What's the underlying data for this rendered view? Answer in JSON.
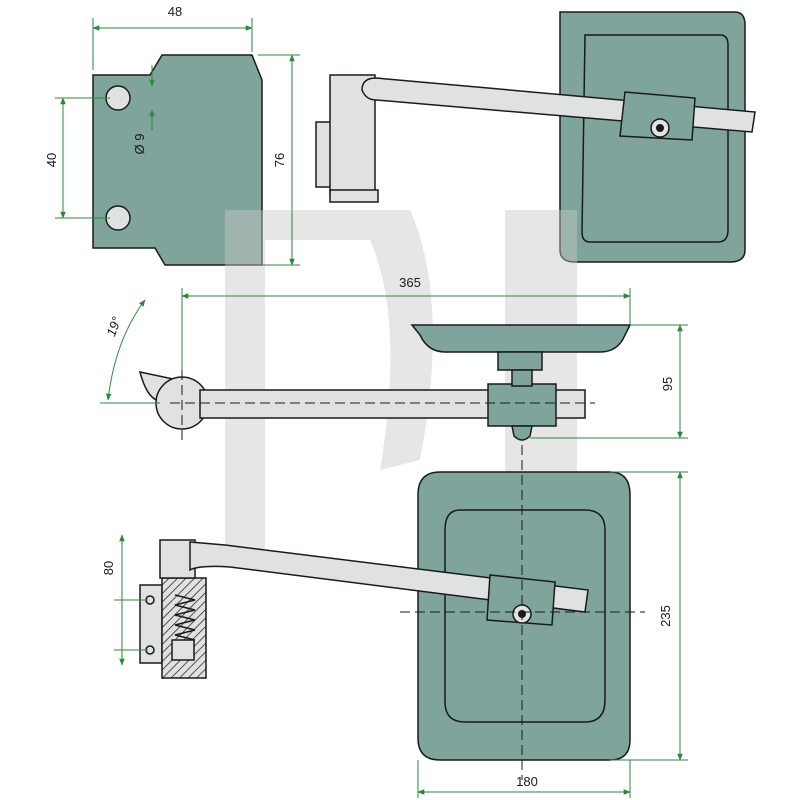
{
  "dimensions": {
    "bracket_width": "48",
    "hole_spacing": "40",
    "hole_diameter": "Ø 9",
    "bracket_height": "76",
    "arm_length": "365",
    "angle": "19°",
    "mirror_depth": "95",
    "clamp_height": "80",
    "mirror_height": "235",
    "mirror_width": "180"
  },
  "colors": {
    "part_fill": "#7ea49c",
    "part_light": "#dfe2e1",
    "outline": "#1a1a1a",
    "dimension_line": "#2a8a3a",
    "watermark": "#c8c8c8"
  }
}
